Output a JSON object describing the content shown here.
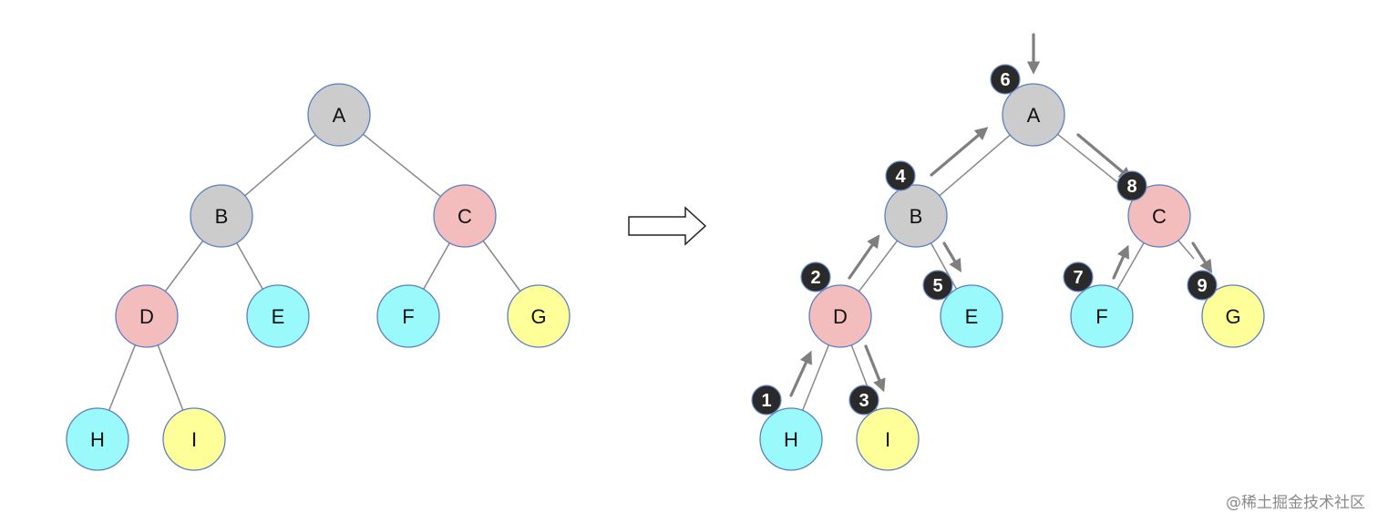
{
  "colors": {
    "gray": "#cccccc",
    "pink": "#f4bdbd",
    "cyan": "#99f9fb",
    "yellow": "#ffff99",
    "node_border": "#5a7fc2",
    "edge": "#888888",
    "arrow": "#7f7f7f",
    "badge": "#2a2a2a"
  },
  "left_tree": {
    "nodes": [
      {
        "id": "A",
        "label": "A",
        "color": "gray"
      },
      {
        "id": "B",
        "label": "B",
        "color": "gray"
      },
      {
        "id": "C",
        "label": "C",
        "color": "pink"
      },
      {
        "id": "D",
        "label": "D",
        "color": "pink"
      },
      {
        "id": "E",
        "label": "E",
        "color": "cyan"
      },
      {
        "id": "F",
        "label": "F",
        "color": "cyan"
      },
      {
        "id": "G",
        "label": "G",
        "color": "yellow"
      },
      {
        "id": "H",
        "label": "H",
        "color": "cyan"
      },
      {
        "id": "I",
        "label": "I",
        "color": "yellow"
      }
    ],
    "edges": [
      [
        "A",
        "B"
      ],
      [
        "A",
        "C"
      ],
      [
        "B",
        "D"
      ],
      [
        "B",
        "E"
      ],
      [
        "C",
        "F"
      ],
      [
        "C",
        "G"
      ],
      [
        "D",
        "H"
      ],
      [
        "D",
        "I"
      ]
    ]
  },
  "transform_arrow": "hollow-right-arrow",
  "right_tree": {
    "nodes": [
      {
        "id": "A",
        "label": "A",
        "color": "gray"
      },
      {
        "id": "B",
        "label": "B",
        "color": "gray"
      },
      {
        "id": "C",
        "label": "C",
        "color": "pink"
      },
      {
        "id": "D",
        "label": "D",
        "color": "pink"
      },
      {
        "id": "E",
        "label": "E",
        "color": "cyan"
      },
      {
        "id": "F",
        "label": "F",
        "color": "cyan"
      },
      {
        "id": "G",
        "label": "G",
        "color": "yellow"
      },
      {
        "id": "H",
        "label": "H",
        "color": "cyan"
      },
      {
        "id": "I",
        "label": "I",
        "color": "yellow"
      }
    ],
    "edges": [
      [
        "A",
        "B"
      ],
      [
        "A",
        "C"
      ],
      [
        "B",
        "D"
      ],
      [
        "B",
        "E"
      ],
      [
        "C",
        "F"
      ],
      [
        "D",
        "H"
      ],
      [
        "D",
        "I"
      ]
    ],
    "visit_order": [
      {
        "step": "1",
        "node": "H"
      },
      {
        "step": "2",
        "node": "D"
      },
      {
        "step": "3",
        "node": "I"
      },
      {
        "step": "4",
        "node": "B"
      },
      {
        "step": "5",
        "node": "E"
      },
      {
        "step": "6",
        "node": "A"
      },
      {
        "step": "7",
        "node": "F"
      },
      {
        "step": "8",
        "node": "C"
      },
      {
        "step": "9",
        "node": "G"
      }
    ]
  },
  "watermark": "@稀土掘金技术社区"
}
